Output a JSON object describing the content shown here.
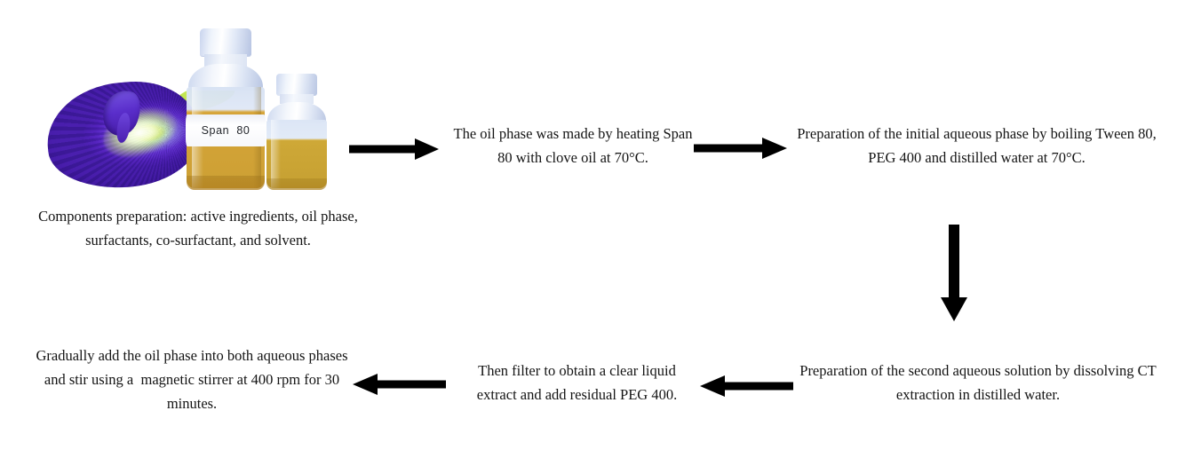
{
  "diagram": {
    "type": "process-flowchart",
    "title": "Nanoemulsion preparation process flow",
    "background_color": "#ffffff",
    "text_color": "#141414",
    "arrow_color": "#000000"
  },
  "steps": [
    {
      "id": "step-1",
      "order": 1,
      "caption": "Components preparation: active ingredients, oil phase, surfactants, co-surfactant, and solvent.",
      "has_image": true,
      "image": {
        "name": "components-photo",
        "objects": [
          {
            "name": "butterfly-pea-flower",
            "color": "#5a2ecb",
            "accent_color": "#cbe957"
          },
          {
            "name": "span-80-bottle",
            "label": "Span  80",
            "liquid_color": "#d5a438",
            "cap_color": "#dfe7f6"
          },
          {
            "name": "clove-oil-bottle",
            "liquid_color": "#cea837",
            "cap_color": "#dde5f4"
          }
        ]
      }
    },
    {
      "id": "step-2",
      "order": 2,
      "caption": "The oil phase was made by heating Span 80 with clove oil at 70°C.",
      "has_image": false
    },
    {
      "id": "step-3",
      "order": 3,
      "caption": "Preparation of the initial aqueous phase by boiling Tween 80, PEG 400 and distilled water at 70°C.",
      "has_image": false
    },
    {
      "id": "step-4",
      "order": 4,
      "caption": "Preparation of the second aqueous solution by dissolving CT extraction in distilled water.",
      "has_image": false
    },
    {
      "id": "step-5",
      "order": 5,
      "caption": "Then filter to obtain a clear liquid extract and add residual PEG 400.",
      "has_image": false
    },
    {
      "id": "step-6",
      "order": 6,
      "caption": "Gradually add the oil phase into both aqueous phases and stir using a  magnetic stirrer at 400 rpm for 30 minutes.",
      "has_image": false
    }
  ],
  "arrows": [
    {
      "id": "arrow-1",
      "from": "step-1",
      "to": "step-2",
      "direction": "right"
    },
    {
      "id": "arrow-2",
      "from": "step-2",
      "to": "step-3",
      "direction": "right"
    },
    {
      "id": "arrow-3",
      "from": "step-3",
      "to": "step-4",
      "direction": "down"
    },
    {
      "id": "arrow-4",
      "from": "step-4",
      "to": "step-5",
      "direction": "left"
    },
    {
      "id": "arrow-5",
      "from": "step-5",
      "to": "step-6",
      "direction": "left"
    }
  ]
}
